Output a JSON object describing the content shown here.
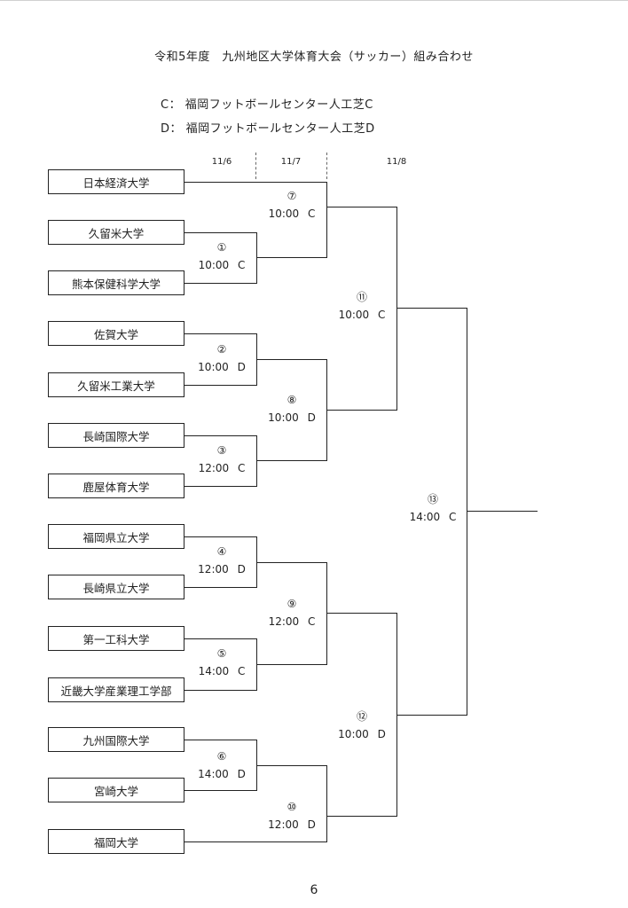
{
  "title": "令和5年度　九州地区大学体育大会（サッカー）組み合わせ",
  "venues": [
    "C：  福岡フットボールセンター人工芝C",
    "D：  福岡フットボールセンター人工芝D"
  ],
  "dates": [
    "11/6",
    "11/7",
    "11/8"
  ],
  "teams": [
    "日本経済大学",
    "久留米大学",
    "熊本保健科学大学",
    "佐賀大学",
    "久留米工業大学",
    "長崎国際大学",
    "鹿屋体育大学",
    "福岡県立大学",
    "長崎県立大学",
    "第一工科大学",
    "近畿大学産業理工学部",
    "九州国際大学",
    "宮崎大学",
    "福岡大学"
  ],
  "matches": [
    {
      "num": "①",
      "info": "10:00 C"
    },
    {
      "num": "②",
      "info": "10:00 D"
    },
    {
      "num": "③",
      "info": "12:00 C"
    },
    {
      "num": "④",
      "info": "12:00 D"
    },
    {
      "num": "⑤",
      "info": "14:00 C"
    },
    {
      "num": "⑥",
      "info": "14:00 D"
    },
    {
      "num": "⑦",
      "info": "10:00 C"
    },
    {
      "num": "⑧",
      "info": "10:00 D"
    },
    {
      "num": "⑨",
      "info": "12:00 C"
    },
    {
      "num": "⑩",
      "info": "12:00 D"
    },
    {
      "num": "⑪",
      "info": "10:00 C"
    },
    {
      "num": "⑫",
      "info": "10:00 D"
    },
    {
      "num": "⑬",
      "info": "14:00 C"
    }
  ],
  "page_number": "6"
}
